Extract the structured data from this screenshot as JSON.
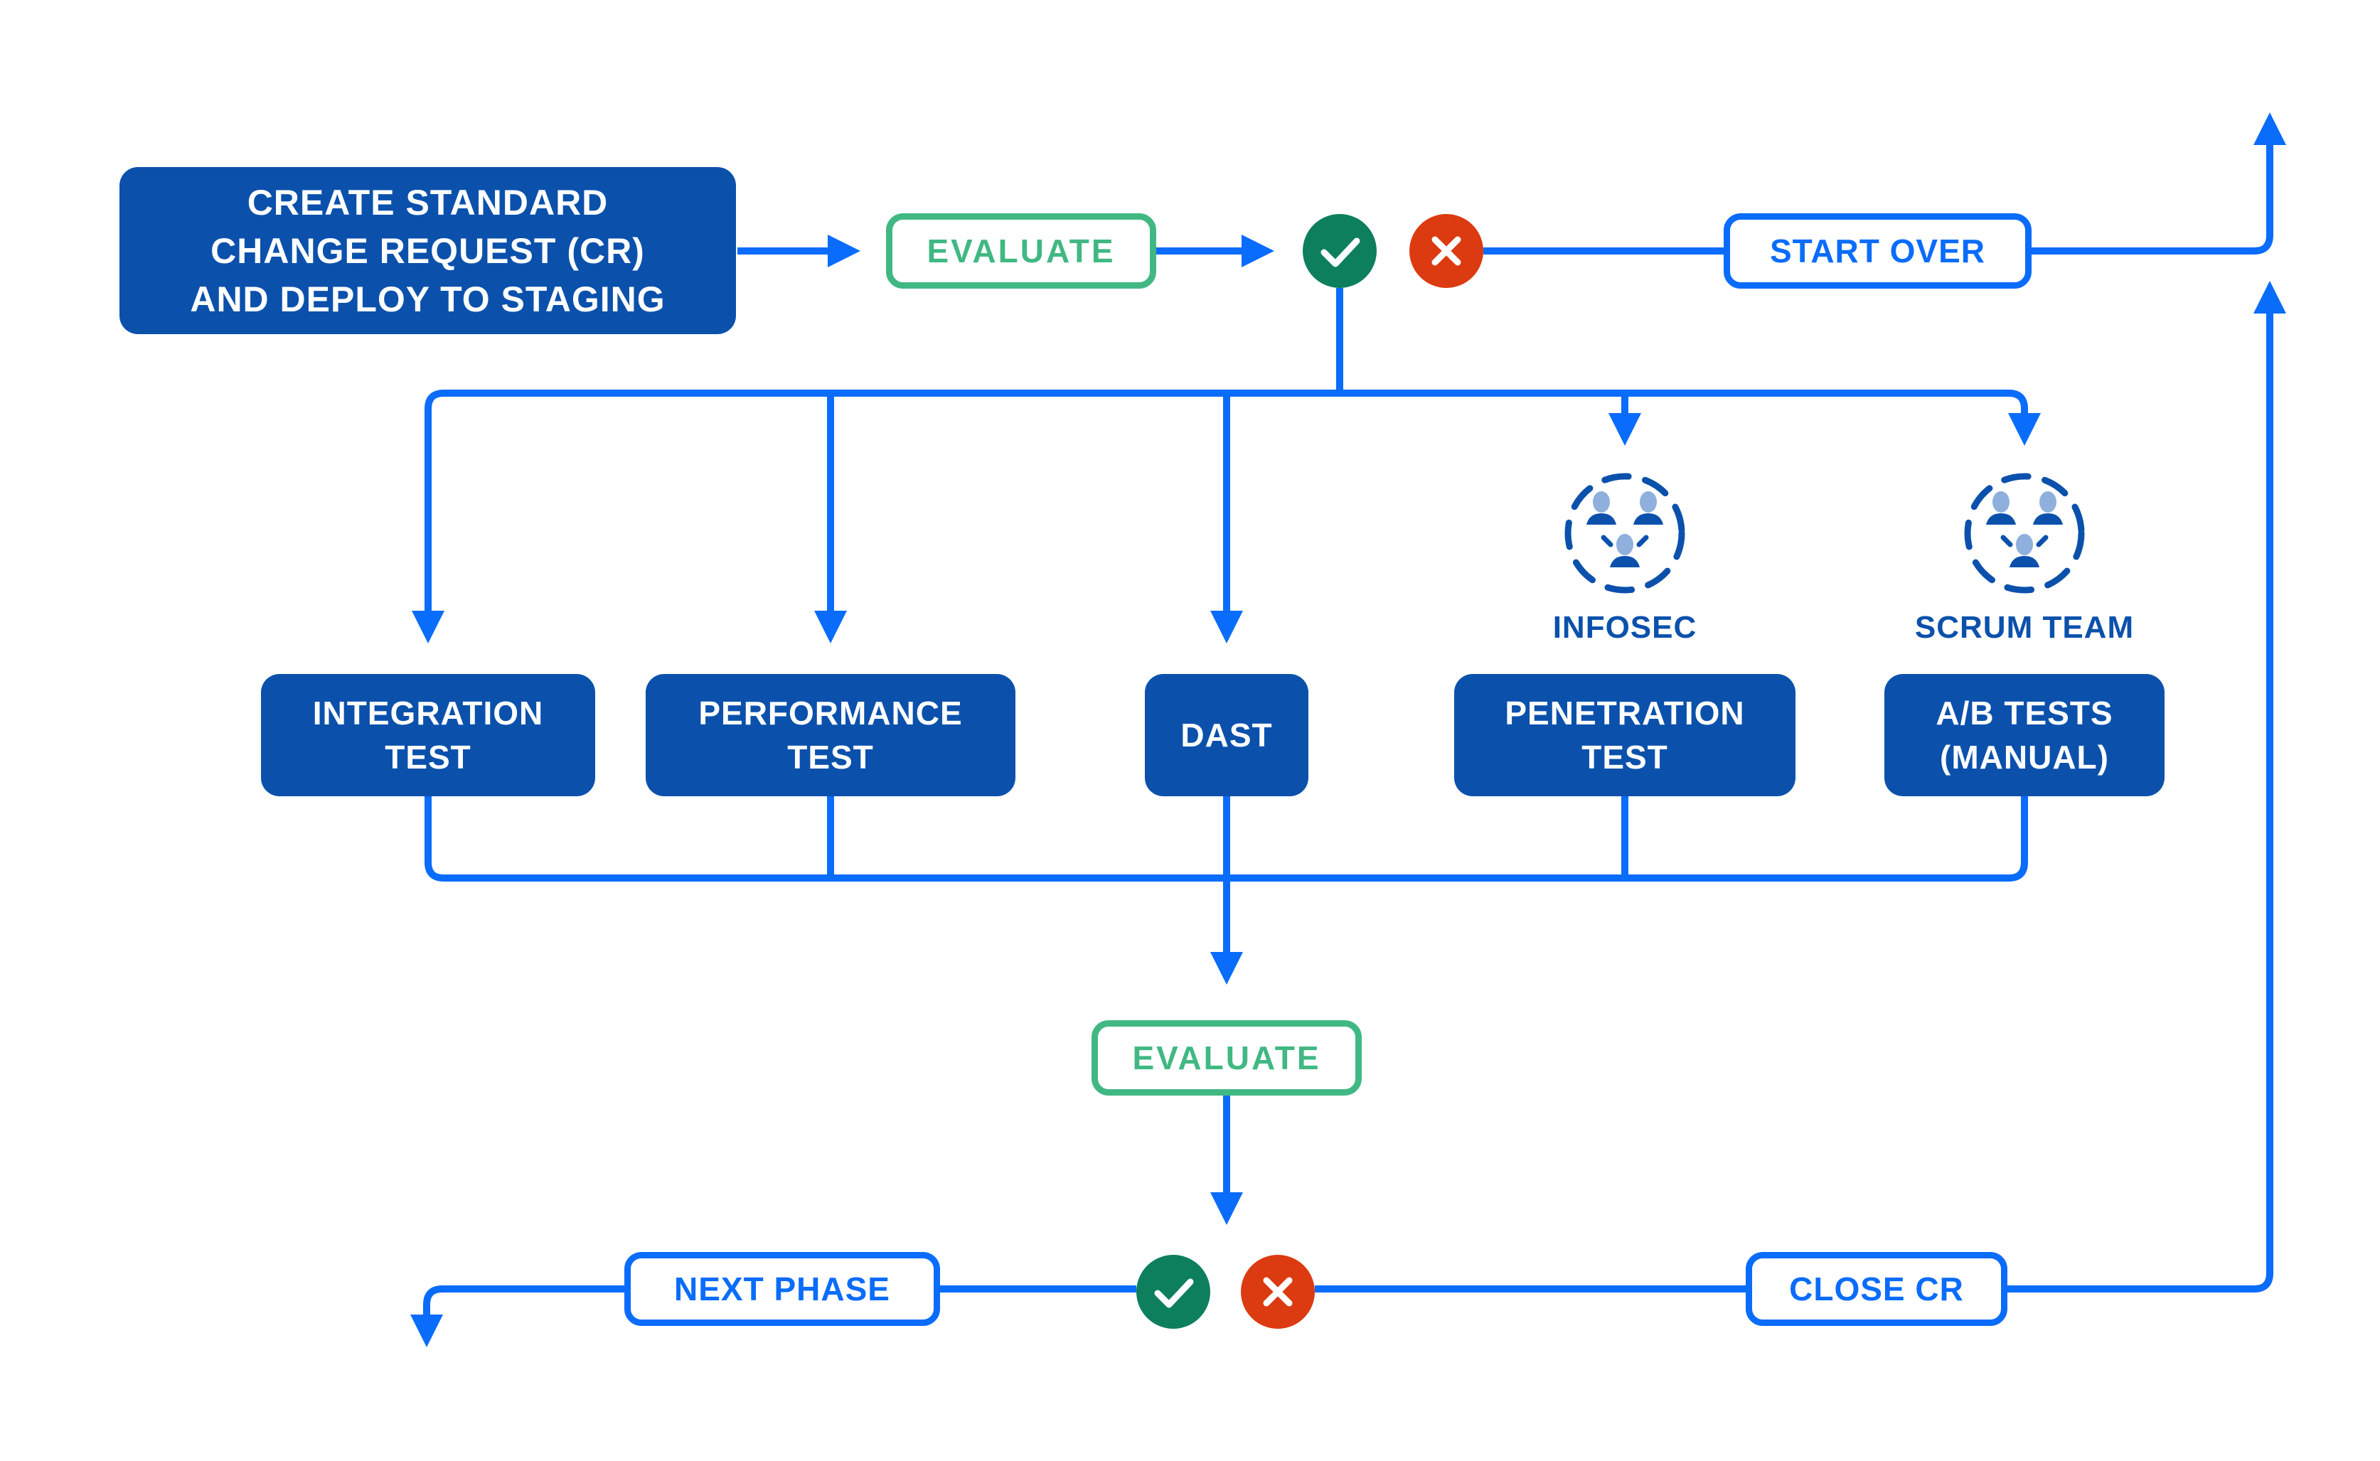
{
  "page": {
    "background": "#FFFFFF",
    "type": "flowchart"
  },
  "colors": {
    "node_fill_blue": "#0B51AC",
    "connector_blue": "#0A6CFA",
    "outline_green": "#41B883",
    "pass_green": "#0D7F5D",
    "fail_red": "#DC3A10",
    "team_icon_head": "#8FB0DC",
    "team_icon_body": "#0B51AC",
    "box_text_white": "#FFFFFF"
  },
  "flowchart": {
    "start_node": {
      "lines": [
        "CREATE STANDARD",
        "CHANGE REQUEST (CR)",
        "AND DEPLOY TO STAGING"
      ]
    },
    "evaluate_top": {
      "label": "EVALUATE"
    },
    "decision_top": {
      "pass_icon": "check",
      "fail_icon": "cross"
    },
    "start_over": {
      "label": "START OVER"
    },
    "teams": [
      {
        "label": "INFOSEC",
        "icon": "team-people-circle"
      },
      {
        "label": "SCRUM TEAM",
        "icon": "team-people-circle"
      }
    ],
    "tests": [
      {
        "lines": [
          "INTEGRATION",
          "TEST"
        ]
      },
      {
        "lines": [
          "PERFORMANCE",
          "TEST"
        ]
      },
      {
        "lines": [
          "DAST",
          ""
        ]
      },
      {
        "lines": [
          "PENETRATION",
          "TEST"
        ]
      },
      {
        "lines": [
          "A/B TESTS",
          "(MANUAL)"
        ]
      }
    ],
    "evaluate_bottom": {
      "label": "EVALUATE"
    },
    "decision_bottom": {
      "pass_icon": "check",
      "fail_icon": "cross"
    },
    "next_phase": {
      "label": "NEXT PHASE"
    },
    "close_cr": {
      "label": "CLOSE CR"
    }
  }
}
